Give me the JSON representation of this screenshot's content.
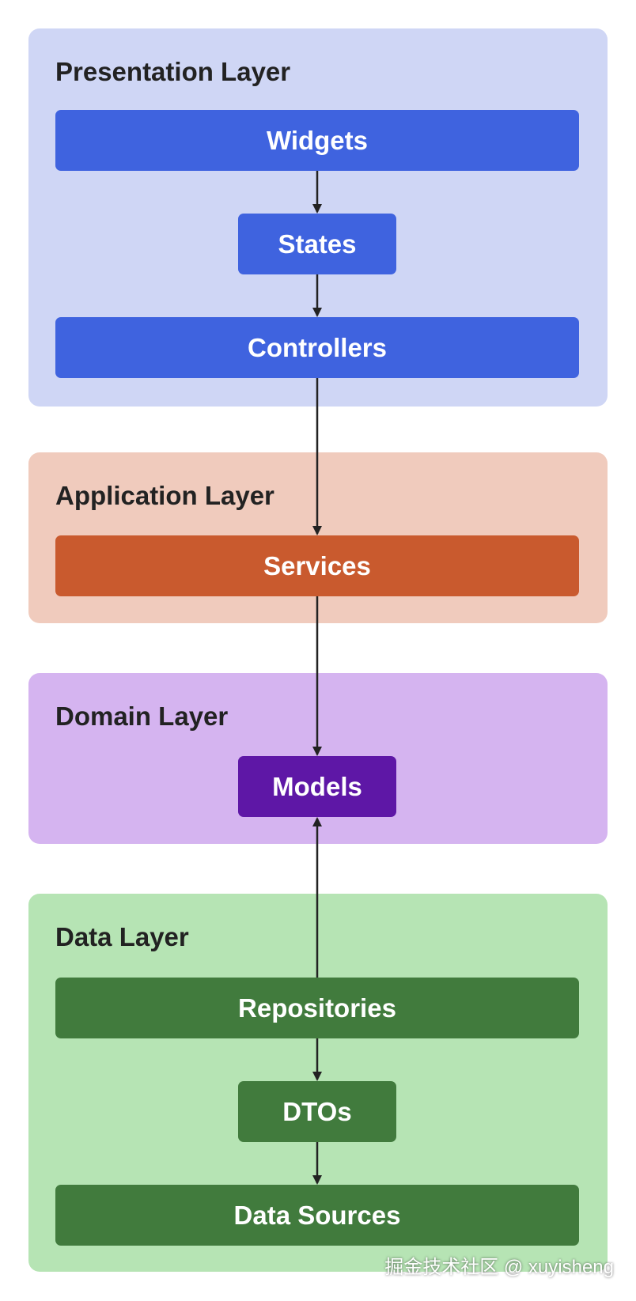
{
  "colors": {
    "presentation_bg": "#cfd6f5",
    "presentation_node": "#3f63df",
    "application_bg": "#f0cbbd",
    "application_node": "#c95a2e",
    "domain_bg": "#d5b4f0",
    "domain_node": "#5e17a6",
    "data_bg": "#b6e4b4",
    "data_node": "#417b3d",
    "arrow": "#222222"
  },
  "layers": {
    "presentation": {
      "title": "Presentation Layer"
    },
    "application": {
      "title": "Application Layer"
    },
    "domain": {
      "title": "Domain Layer"
    },
    "data": {
      "title": "Data Layer"
    }
  },
  "nodes": {
    "widgets": "Widgets",
    "states": "States",
    "controllers": "Controllers",
    "services": "Services",
    "models": "Models",
    "repositories": "Repositories",
    "dtos": "DTOs",
    "data_sources": "Data Sources"
  },
  "edges": [
    {
      "from": "widgets",
      "to": "states"
    },
    {
      "from": "states",
      "to": "controllers"
    },
    {
      "from": "controllers",
      "to": "services"
    },
    {
      "from": "services",
      "to": "models"
    },
    {
      "from": "repositories",
      "to": "models"
    },
    {
      "from": "repositories",
      "to": "dtos"
    },
    {
      "from": "dtos",
      "to": "data_sources"
    }
  ],
  "watermark": "掘金技术社区 @ xuyisheng"
}
